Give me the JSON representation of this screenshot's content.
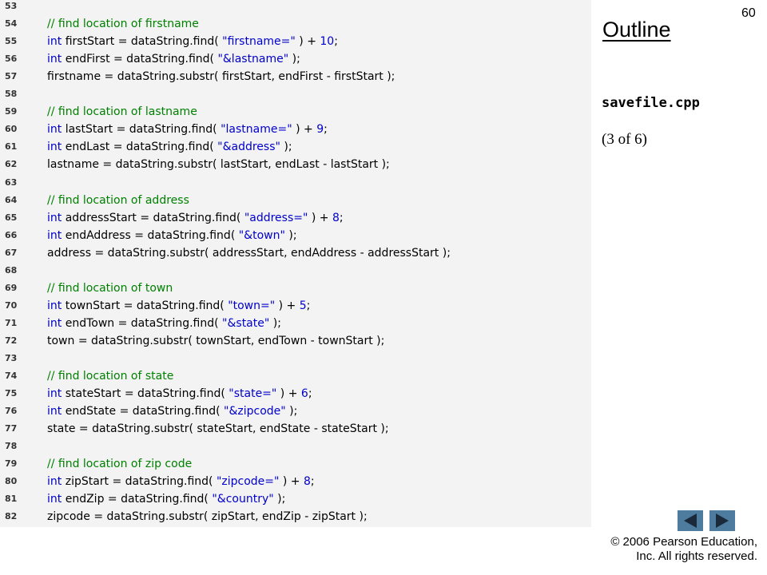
{
  "page_number": "60",
  "outline_title": "Outline",
  "file_name": "savefile.cpp",
  "part_label": "(3 of 6)",
  "copyright": {
    "line1": "© 2006 Pearson Education,",
    "line2": "Inc.  All rights reserved."
  },
  "nav": {
    "prev_icon": "left-triangle",
    "next_icon": "right-triangle",
    "color": "#4d7c9e"
  },
  "colors": {
    "keyword": "#0000cc",
    "comment": "#008000",
    "background": "#f3f3f3"
  },
  "code_lines": [
    {
      "num": "53",
      "segments": []
    },
    {
      "num": "54",
      "segments": [
        {
          "t": "// find location of firstname",
          "c": "cm"
        }
      ]
    },
    {
      "num": "55",
      "segments": [
        {
          "t": "int",
          "c": "kw"
        },
        {
          "t": " firstStart = dataString.find( ",
          "c": ""
        },
        {
          "t": "\"firstname=\"",
          "c": "str"
        },
        {
          "t": " ) + ",
          "c": ""
        },
        {
          "t": "10",
          "c": "num"
        },
        {
          "t": ";",
          "c": ""
        }
      ]
    },
    {
      "num": "56",
      "segments": [
        {
          "t": "int",
          "c": "kw"
        },
        {
          "t": " endFirst = dataString.find( ",
          "c": ""
        },
        {
          "t": "\"&lastname\"",
          "c": "str"
        },
        {
          "t": " );",
          "c": ""
        }
      ]
    },
    {
      "num": "57",
      "segments": [
        {
          "t": "firstname = dataString.substr( firstStart, endFirst - firstStart );",
          "c": ""
        }
      ]
    },
    {
      "num": "58",
      "segments": []
    },
    {
      "num": "59",
      "segments": [
        {
          "t": "// find location of lastname",
          "c": "cm"
        }
      ]
    },
    {
      "num": "60",
      "segments": [
        {
          "t": "int",
          "c": "kw"
        },
        {
          "t": " lastStart = dataString.find( ",
          "c": ""
        },
        {
          "t": "\"lastname=\"",
          "c": "str"
        },
        {
          "t": " ) + ",
          "c": ""
        },
        {
          "t": "9",
          "c": "num"
        },
        {
          "t": ";",
          "c": ""
        }
      ]
    },
    {
      "num": "61",
      "segments": [
        {
          "t": "int",
          "c": "kw"
        },
        {
          "t": " endLast = dataString.find( ",
          "c": ""
        },
        {
          "t": "\"&address\"",
          "c": "str"
        },
        {
          "t": " );",
          "c": ""
        }
      ]
    },
    {
      "num": "62",
      "segments": [
        {
          "t": "lastname = dataString.substr( lastStart, endLast - lastStart );",
          "c": ""
        }
      ]
    },
    {
      "num": "63",
      "segments": []
    },
    {
      "num": "64",
      "segments": [
        {
          "t": "// find location of address",
          "c": "cm"
        }
      ]
    },
    {
      "num": "65",
      "segments": [
        {
          "t": "int",
          "c": "kw"
        },
        {
          "t": " addressStart = dataString.find( ",
          "c": ""
        },
        {
          "t": "\"address=\"",
          "c": "str"
        },
        {
          "t": " ) + ",
          "c": ""
        },
        {
          "t": "8",
          "c": "num"
        },
        {
          "t": ";",
          "c": ""
        }
      ]
    },
    {
      "num": "66",
      "segments": [
        {
          "t": "int",
          "c": "kw"
        },
        {
          "t": " endAddress = dataString.find( ",
          "c": ""
        },
        {
          "t": "\"&town\"",
          "c": "str"
        },
        {
          "t": " );",
          "c": ""
        }
      ]
    },
    {
      "num": "67",
      "segments": [
        {
          "t": "address = dataString.substr( addressStart, endAddress - addressStart );",
          "c": ""
        }
      ]
    },
    {
      "num": "68",
      "segments": []
    },
    {
      "num": "69",
      "segments": [
        {
          "t": "// find location of town",
          "c": "cm"
        }
      ]
    },
    {
      "num": "70",
      "segments": [
        {
          "t": "int",
          "c": "kw"
        },
        {
          "t": " townStart = dataString.find( ",
          "c": ""
        },
        {
          "t": "\"town=\"",
          "c": "str"
        },
        {
          "t": " ) + ",
          "c": ""
        },
        {
          "t": "5",
          "c": "num"
        },
        {
          "t": ";",
          "c": ""
        }
      ]
    },
    {
      "num": "71",
      "segments": [
        {
          "t": "int",
          "c": "kw"
        },
        {
          "t": " endTown = dataString.find( ",
          "c": ""
        },
        {
          "t": "\"&state\"",
          "c": "str"
        },
        {
          "t": " );",
          "c": ""
        }
      ]
    },
    {
      "num": "72",
      "segments": [
        {
          "t": "town = dataString.substr( townStart, endTown - townStart );",
          "c": ""
        }
      ]
    },
    {
      "num": "73",
      "segments": []
    },
    {
      "num": "74",
      "segments": [
        {
          "t": "// find location of state",
          "c": "cm"
        }
      ]
    },
    {
      "num": "75",
      "segments": [
        {
          "t": "int",
          "c": "kw"
        },
        {
          "t": " stateStart = dataString.find( ",
          "c": ""
        },
        {
          "t": "\"state=\"",
          "c": "str"
        },
        {
          "t": " ) + ",
          "c": ""
        },
        {
          "t": "6",
          "c": "num"
        },
        {
          "t": ";",
          "c": ""
        }
      ]
    },
    {
      "num": "76",
      "segments": [
        {
          "t": "int",
          "c": "kw"
        },
        {
          "t": " endState = dataString.find( ",
          "c": ""
        },
        {
          "t": "\"&zipcode\"",
          "c": "str"
        },
        {
          "t": " );",
          "c": ""
        }
      ]
    },
    {
      "num": "77",
      "segments": [
        {
          "t": "state = dataString.substr( stateStart, endState - stateStart );",
          "c": ""
        }
      ]
    },
    {
      "num": "78",
      "segments": []
    },
    {
      "num": "79",
      "segments": [
        {
          "t": "// find location of zip code",
          "c": "cm"
        }
      ]
    },
    {
      "num": "80",
      "segments": [
        {
          "t": "int",
          "c": "kw"
        },
        {
          "t": " zipStart = dataString.find( ",
          "c": ""
        },
        {
          "t": "\"zipcode=\"",
          "c": "str"
        },
        {
          "t": " ) + ",
          "c": ""
        },
        {
          "t": "8",
          "c": "num"
        },
        {
          "t": ";",
          "c": ""
        }
      ]
    },
    {
      "num": "81",
      "segments": [
        {
          "t": "int",
          "c": "kw"
        },
        {
          "t": " endZip = dataString.find( ",
          "c": ""
        },
        {
          "t": "\"&country\"",
          "c": "str"
        },
        {
          "t": " );",
          "c": ""
        }
      ]
    },
    {
      "num": "82",
      "segments": [
        {
          "t": "zipcode = dataString.substr( zipStart, endZip - zipStart );",
          "c": ""
        }
      ]
    }
  ]
}
